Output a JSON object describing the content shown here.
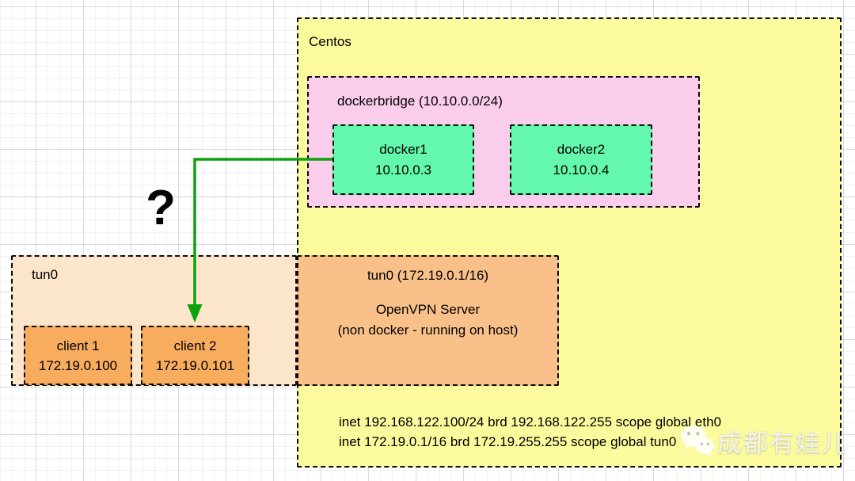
{
  "colors": {
    "centos_bg": "#FBFB9E",
    "bridge_bg": "#FACDEC",
    "container_bg": "#63F8AB",
    "openvpn_bg": "#F9C189",
    "tun_bg": "#FBE5CB",
    "client_bg": "#F8AC5E",
    "arrow": "#0CA20C",
    "grid_minor": "rgba(130,130,160,0.10)",
    "grid_major": "rgba(130,130,160,0.22)"
  },
  "boxes": {
    "centos": {
      "label": "Centos"
    },
    "dockerbridge": {
      "label": "dockerbridge (10.10.0.0/24)"
    },
    "docker1": {
      "name": "docker1",
      "ip": "10.10.0.3"
    },
    "docker2": {
      "name": "docker2",
      "ip": "10.10.0.4"
    },
    "openvpn": {
      "title": "tun0 (172.19.0.1/16)",
      "line1": "OpenVPN Server",
      "line2": "(non docker - running on host)"
    },
    "tun0": {
      "label": "tun0"
    },
    "client1": {
      "name": "client 1",
      "ip": "172.19.0.100"
    },
    "client2": {
      "name": "client 2",
      "ip": "172.19.0.101"
    }
  },
  "annotations": {
    "question_mark": "?"
  },
  "inet": {
    "line1": "inet 192.168.122.100/24 brd 192.168.122.255 scope global eth0",
    "line2": "inet 172.19.0.1/16 brd 172.19.255.255 scope global tun0"
  },
  "watermark": {
    "icon": "wechat-icon",
    "text": "成都有娃儿"
  }
}
